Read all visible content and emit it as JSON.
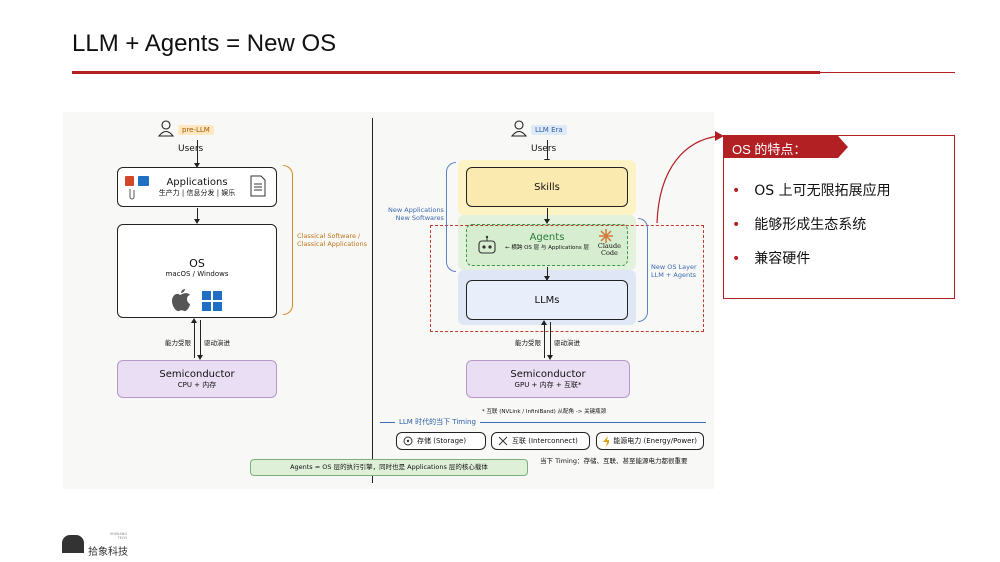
{
  "slide": {
    "title": "LLM + Agents = New OS"
  },
  "left": {
    "tag": "pre-LLM",
    "users": "Users",
    "applications": {
      "title": "Applications",
      "subtitle": "生产力 | 信息分发 | 娱乐"
    },
    "os": {
      "title": "OS",
      "subtitle": "macOS / Windows"
    },
    "label_capability": "能力受限",
    "label_driver": "驱动演进",
    "semiconductor": {
      "title": "Semiconductor",
      "subtitle": "CPU + 内存"
    },
    "brace_label": "Classical Software /\nClassical Applications"
  },
  "right": {
    "tag": "LLM Era",
    "users": "Users",
    "skills": "Skills",
    "agents": {
      "title": "Agents",
      "subtitle": "← 横跨 OS 层 与 Applications 层",
      "claude": "Claude\nCode"
    },
    "llms": "LLMs",
    "label_capability": "能力受限",
    "label_driver": "驱动演进",
    "semiconductor": {
      "title": "Semiconductor",
      "subtitle": "GPU + 内存 + 互联*"
    },
    "new_apps_label": "New Applications\nNew Softwares",
    "new_os_label": "New OS Layer\nLLM + Agents",
    "footnote": "* 互联 (NVLink / InfiniBand) 从配角 -> 关键瓶颈",
    "timing_header": "LLM 时代的当下 Timing",
    "timing_items": [
      "存储 (Storage)",
      "互联 (Interconnect)",
      "能源电力 (Energy/Power)"
    ],
    "timing_note": "当下 Timing：存储、互联、甚至能源电力都很重要",
    "bottom_note": "Agents = OS 层的执行引擎，同时也是 Applications 层的核心载体"
  },
  "panel": {
    "header": "OS 的特点：",
    "bullets": [
      "OS 上可无限拓展应用",
      "能够形成生态系统",
      "兼容硬件"
    ]
  },
  "footer": {
    "company": "拾象科技",
    "small": "SHIXIANG\nTECH"
  },
  "colors": {
    "accent_red": "#b22024",
    "skills_yellow": "#fdf3c4",
    "agents_green": "#e2f2dd",
    "llms_blue": "#dfe7f6",
    "semi_purple": "#e9def3"
  }
}
